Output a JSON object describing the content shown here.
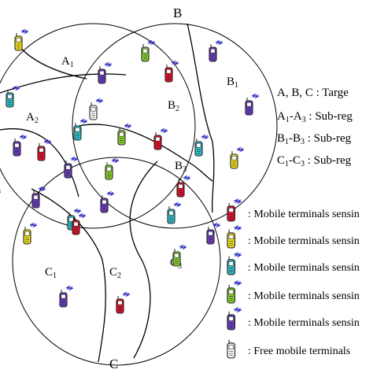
{
  "circle_labels": {
    "a": "",
    "b": "B",
    "c": "C"
  },
  "region_labels": [
    {
      "main": "A",
      "sub": "1"
    },
    {
      "main": "A",
      "sub": "2"
    },
    {
      "main": "",
      "sub": "3"
    },
    {
      "main": "B",
      "sub": "1"
    },
    {
      "main": "B",
      "sub": "2"
    },
    {
      "main": "B",
      "sub": "3"
    },
    {
      "main": "C",
      "sub": "1"
    },
    {
      "main": "C",
      "sub": "2"
    },
    {
      "main": "C",
      "sub": "3"
    }
  ],
  "annotations": [
    {
      "a": "A, B, C : Targe",
      "b": "",
      "c": "",
      "d": ""
    },
    {
      "a": "A",
      "b": "1",
      "c": "-A",
      "d": "3",
      "e": " : Sub-reg"
    },
    {
      "a": "B",
      "b": "1",
      "c": "-B",
      "d": "3",
      "e": " : Sub-reg"
    },
    {
      "a": "C",
      "b": "1",
      "c": "-C",
      "d": "3",
      "e": " : Sub-reg"
    }
  ],
  "legend": [
    {
      "label": ": Mobile terminals sensin",
      "color": "#e0102a",
      "signal": true
    },
    {
      "label": ": Mobile terminals sensin",
      "color": "#f0e020",
      "signal": true
    },
    {
      "label": ": Mobile terminals sensin",
      "color": "#30c0c8",
      "signal": true
    },
    {
      "label": ": Mobile terminals sensin",
      "color": "#88d030",
      "signal": true
    },
    {
      "label": ": Mobile terminals sensin",
      "color": "#6a3cc0",
      "signal": true
    },
    {
      "label": ": Free mobile terminals",
      "color": "#ffffff",
      "signal": false
    }
  ],
  "terminals": [
    {
      "color": "#f0e020"
    },
    {
      "color": "#6a3cc0"
    },
    {
      "color": "#88d030"
    },
    {
      "color": "#6a3cc0"
    },
    {
      "color": "#30c0c8"
    },
    {
      "color": "#e0102a"
    },
    {
      "color": "#ffffff"
    },
    {
      "color": "#30c0c8"
    },
    {
      "color": "#e0102a"
    },
    {
      "color": "#88d030"
    },
    {
      "color": "#e0102a"
    },
    {
      "color": "#6a3cc0"
    },
    {
      "color": "#6a3cc0"
    },
    {
      "color": "#30c0c8"
    },
    {
      "color": "#f0e020"
    },
    {
      "color": "#e0102a"
    },
    {
      "color": "#6a3cc0"
    },
    {
      "color": "#88d030"
    },
    {
      "color": "#6a3cc0"
    },
    {
      "color": "#6a3cc0"
    },
    {
      "color": "#f0e020"
    },
    {
      "color": "#30c0c8"
    },
    {
      "color": "#6a3cc0"
    },
    {
      "color": "#30c0c8"
    },
    {
      "color": "#88d030"
    },
    {
      "color": "#e0102a"
    },
    {
      "color": "#6a3cc0"
    },
    {
      "color": "#e0102a"
    }
  ]
}
